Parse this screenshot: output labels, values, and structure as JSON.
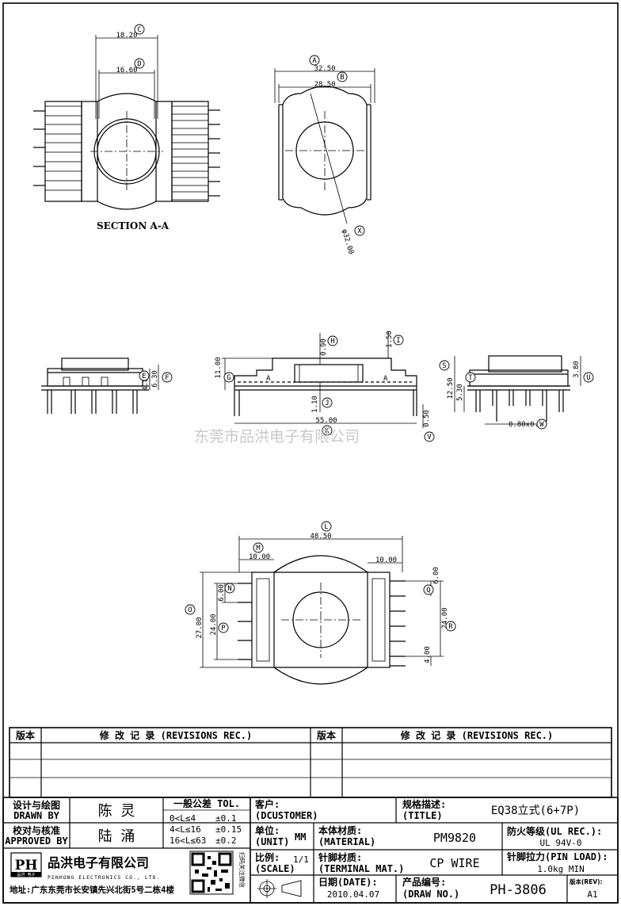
{
  "drawing": {
    "section_label": "SECTION A-A",
    "watermark": "东莞市品洪电子有限公司",
    "dims": {
      "C": "18.20",
      "D": "16.60",
      "A": "32.50",
      "B": "28.50",
      "X": "φ32.00",
      "G": "11.00",
      "H": "0.90",
      "I": "1.50",
      "J": "1.10",
      "K": "55.00",
      "V": "0.50",
      "E": "4.80",
      "F": "6.30",
      "S": "12.50",
      "T": "5.30",
      "U": "3.80",
      "W": "0.80x0.80",
      "L": "48.50",
      "M": "10.00",
      "M2": "10.00",
      "N": "6.00",
      "O": "27.00",
      "P": "24.00",
      "Q": "6.00",
      "R": "24.00",
      "R2": "4.00"
    },
    "letters": {
      "C": "C",
      "D": "D",
      "A": "A",
      "B": "B",
      "X": "X",
      "G": "G",
      "H": "H",
      "I": "I",
      "J": "J",
      "K": "K",
      "V": "V",
      "E": "E",
      "F": "F",
      "S": "S",
      "T": "T",
      "U": "U",
      "W": "W",
      "L": "L",
      "M": "M",
      "N": "N",
      "O": "O",
      "P": "P",
      "Q": "Q",
      "R": "R"
    },
    "section_mark": "A"
  },
  "revisions": {
    "col_ver": "版本",
    "col_rec": "修 改 记 录 (REVISIONS REC.)"
  },
  "title_block": {
    "designer_label_cn": "设计与绘图",
    "designer_label_en": "DRAWN BY",
    "designer_name": "陈 灵",
    "approver_label_cn": "校对与核准",
    "approver_label_en": "APPROVED BY",
    "approver_name": "陆 涌",
    "tol_title": "一般公差 TOL.",
    "tol_rows": [
      {
        "range": "0<L≤4",
        "val": "±0.1"
      },
      {
        "range": "4<L≤16",
        "val": "±0.15"
      },
      {
        "range": "16<L≤63",
        "val": "±0.2"
      }
    ],
    "qr_side": "扫码关注微信",
    "customer_label_cn": "客户:",
    "customer_label_en": "(DCUSTOMER)",
    "title_label_cn": "规格描述:",
    "title_label_en": "(TITLE)",
    "title_value": "EQ38立式(6+7P)",
    "unit_label_cn": "单位:",
    "unit_label_en": "(UNIT)",
    "unit_value": "MM",
    "material_label_cn": "本体材质:",
    "material_label_en": "(MATERIAL)",
    "material_value": "PM9820",
    "ul_label": "防火等级(UL REC.):",
    "ul_value": "UL 94V-0",
    "scale_label_cn": "比例:",
    "scale_label_en": "(SCALE)",
    "scale_value": "1/1",
    "terminal_label_cn": "针脚材质:",
    "terminal_label_en": "(TERMINAL MAT.)",
    "terminal_value": "CP WIRE",
    "pinload_label": "针脚拉力(PIN LOAD):",
    "pinload_value": "1.0kg MIN",
    "company_cn": "品洪电子有限公司",
    "company_en": "PINHONG ELECTRONICS CO., LTD.",
    "logo_text": "PH",
    "logo_sub": "品洪 电子",
    "address": "地址:广东东莞市长安镇先兴北街5号二栋4楼",
    "date_label_cn": "日期(DATE):",
    "date_value": "2010.04.07",
    "drawno_label_cn": "产品编号:",
    "drawno_label_en": "(DRAW NO.)",
    "drawno_value": "PH-3806",
    "rev_label": "版本(REV):",
    "rev_value": "A1"
  }
}
